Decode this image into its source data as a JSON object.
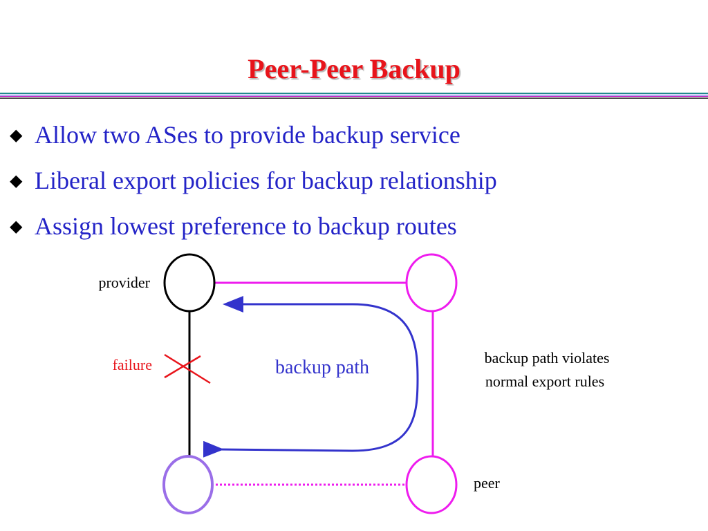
{
  "slide": {
    "title": "Peer-Peer Backup",
    "bullets": [
      "Allow two ASes to provide backup service",
      "Liberal export policies for backup relationship",
      "Assign lowest preference to backup routes"
    ]
  },
  "diagram": {
    "labels": {
      "provider": "provider",
      "failure": "failure",
      "backup_path": "backup path",
      "violation_line1": "backup path violates",
      "violation_line2": "normal export rules",
      "peer": "peer"
    }
  },
  "colors": {
    "title": "#e8141b",
    "bullet_text": "#2323c7",
    "provider_node": "#000000",
    "peer_node": "#ee1cee",
    "customer_node": "#9a6ee8",
    "backup_path": "#3333cc",
    "failure": "#e8141b"
  }
}
